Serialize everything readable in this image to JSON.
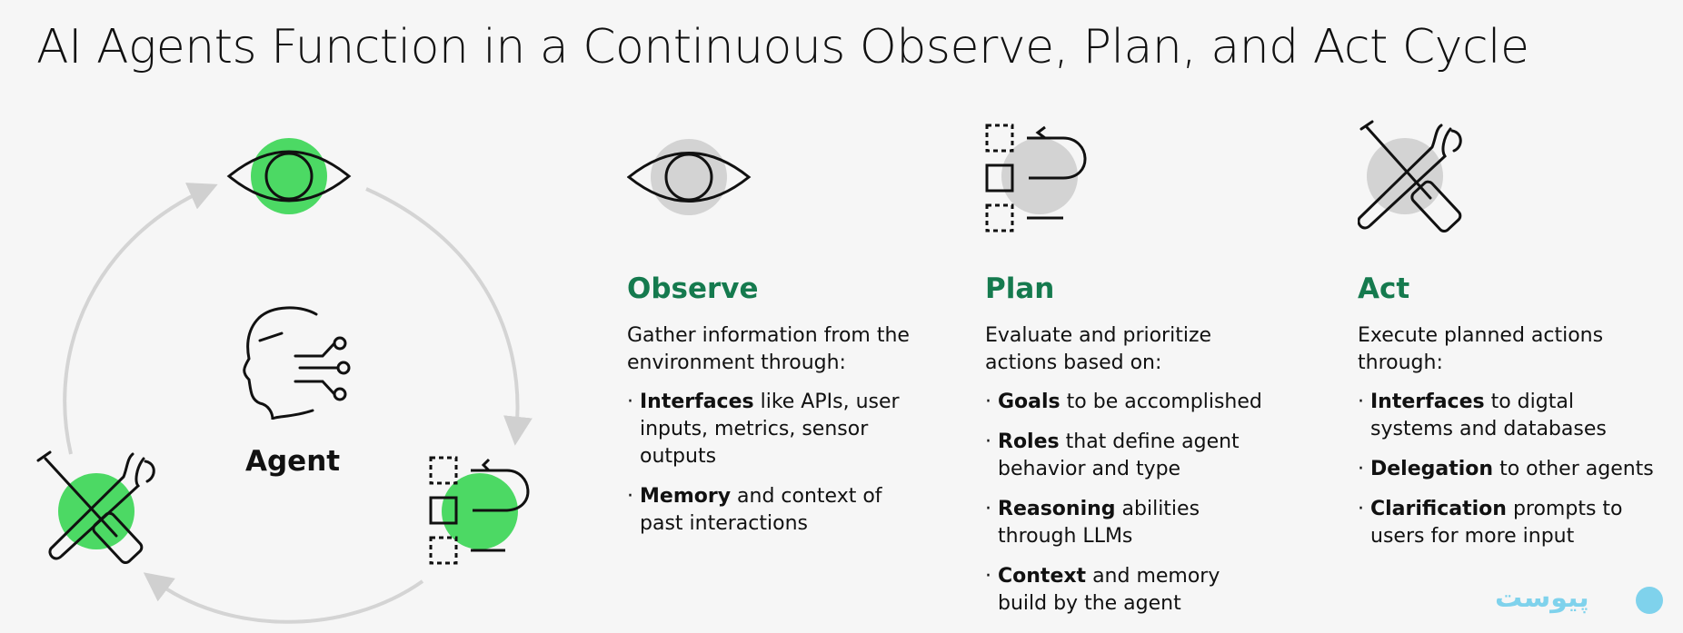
{
  "title": "AI Agents Function in a Continuous Observe, Plan, and Act Cycle",
  "agent_label": "Agent",
  "accent_green": "#4cd964",
  "heading_color": "#157a4e",
  "columns": {
    "observe": {
      "heading": "Observe",
      "intro": "Gather information from the environment through:",
      "bullets": [
        {
          "bold": "Interfaces",
          "rest": " like APIs, user inputs, metrics, sensor outputs"
        },
        {
          "bold": "Memory",
          "rest": " and context of past interactions"
        }
      ]
    },
    "plan": {
      "heading": "Plan",
      "intro": "Evaluate and prioritize actions based on:",
      "bullets": [
        {
          "bold": "Goals",
          "rest": " to be accomplished"
        },
        {
          "bold": "Roles",
          "rest": " that define agent behavior and type"
        },
        {
          "bold": "Reasoning",
          "rest": " abilities through LLMs"
        },
        {
          "bold": "Context",
          "rest": " and memory build by the agent"
        }
      ]
    },
    "act": {
      "heading": "Act",
      "intro": "Execute planned actions through:",
      "bullets": [
        {
          "bold": "Interfaces",
          "rest": " to digtal systems and databases"
        },
        {
          "bold": "Delegation",
          "rest": " to other agents"
        },
        {
          "bold": "Clarification",
          "rest": " prompts to users for more input"
        }
      ]
    }
  },
  "bullet_char": "·",
  "logo_text": "پیوست"
}
